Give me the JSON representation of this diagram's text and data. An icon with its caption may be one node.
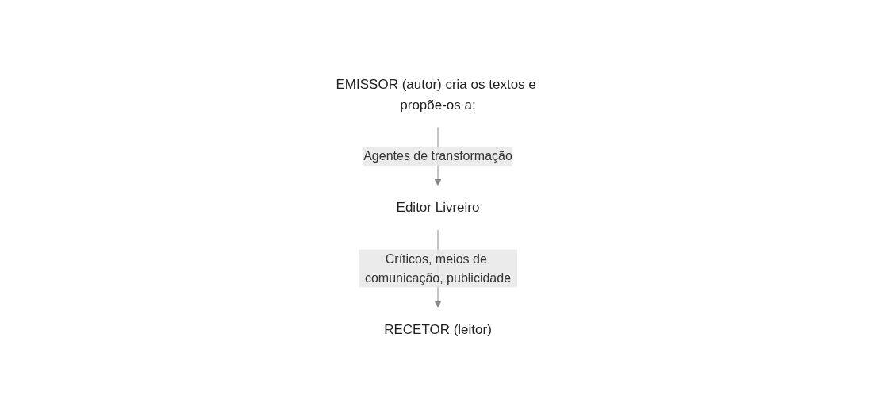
{
  "diagram": {
    "nodes": [
      {
        "text": [
          "EMISSOR (autor) cria os textos e propõe-os a:"
        ]
      },
      {
        "text": [
          "Editor Livreiro"
        ]
      },
      {
        "text": [
          "RECETOR (leitor)"
        ]
      }
    ],
    "edges": [
      {
        "from": 0,
        "to": 1,
        "arrow": "to",
        "label": "Agentes de transformação"
      },
      {
        "from": 1,
        "to": 2,
        "arrow": "to",
        "label": "Críticos, meios de comunicação, publicidade"
      }
    ]
  }
}
